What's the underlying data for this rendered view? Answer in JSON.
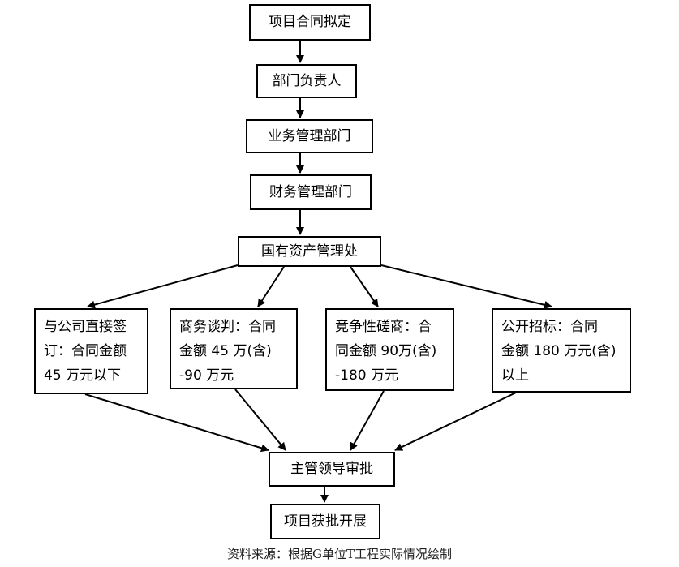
{
  "flow": {
    "step1": "项目合同拟定",
    "step2": "部门负责人",
    "step3": "业务管理部门",
    "step4": "财务管理部门",
    "step5": "国有资产管理处",
    "branches": [
      {
        "lines": [
          "与公司直接签",
          "订：合同金额",
          "45 万元以下"
        ]
      },
      {
        "lines": [
          "商务谈判：合同",
          "金额 45 万(含)",
          "-90 万元"
        ]
      },
      {
        "lines": [
          "竞争性磋商：合",
          "同金额 90万(含)",
          "-180 万元"
        ]
      },
      {
        "lines": [
          "公开招标：合同",
          "金额 180 万元(含)",
          "以上"
        ]
      }
    ],
    "approval": "主管领导审批",
    "final": "项目获批开展"
  },
  "source_note": "资料来源：根据G单位T工程实际情况绘制"
}
